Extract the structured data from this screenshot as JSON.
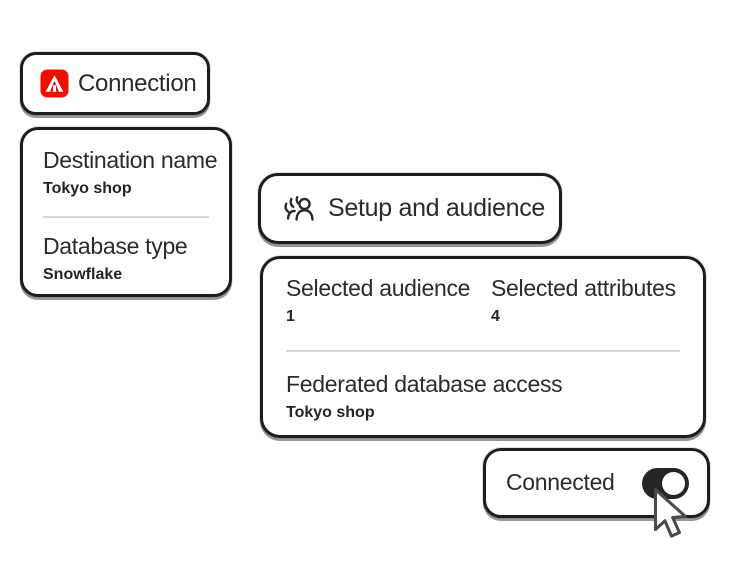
{
  "page": {
    "background": "#ffffff"
  },
  "colors": {
    "card_background": "#ffffff",
    "card_border": "#1d1d1d",
    "text_primary": "#2b2b2b",
    "divider": "#d8d8d8",
    "adobe_red": "#EB1000",
    "toggle_on_track": "#252525",
    "toggle_knob": "#ffffff"
  },
  "connection_chip": {
    "icon": "adobe-logo-icon",
    "label": "Connection"
  },
  "details_card": {
    "fields": [
      {
        "label": "Destination name",
        "value": "Tokyo shop"
      },
      {
        "label": "Database type",
        "value": "Snowflake"
      }
    ]
  },
  "setup_chip": {
    "icon": "audience-icon",
    "label": "Setup and audience"
  },
  "summary_card": {
    "stats": [
      {
        "label": "Selected audience",
        "value": "1"
      },
      {
        "label": "Selected attributes",
        "value": "4"
      }
    ],
    "field": {
      "label": "Federated database access",
      "value": "Tokyo shop"
    }
  },
  "status_card": {
    "label": "Connected",
    "toggle_state": "on"
  },
  "cursor": {
    "icon": "arrow-cursor-icon"
  }
}
